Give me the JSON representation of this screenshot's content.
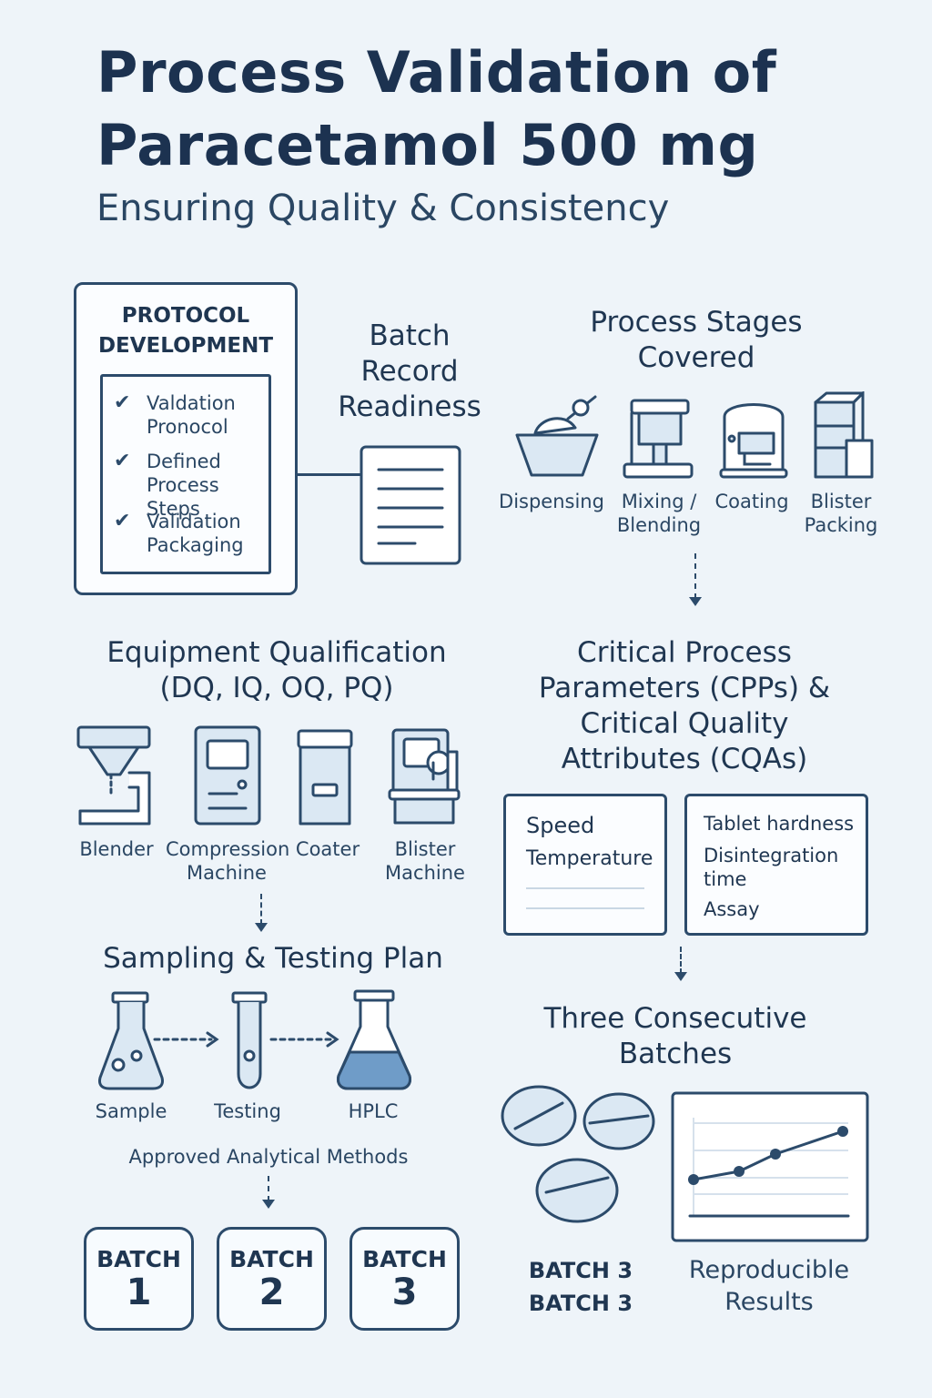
{
  "title_line1": "Process Validation of",
  "title_line2": "Paracetamol 500 mg",
  "subtitle": "Ensuring Quality & Consistency",
  "protocol": {
    "heading_line1": "PROTOCOL",
    "heading_line2": "DEVELOPMENT",
    "items": [
      {
        "line1": "Valdation",
        "line2": "Pronocol"
      },
      {
        "line1": "Defined",
        "line2": "Process Steps"
      },
      {
        "line1": "Validation",
        "line2": "Packaging"
      }
    ]
  },
  "batch_record": {
    "line1": "Batch",
    "line2": "Record",
    "line3": "Readiness"
  },
  "process_stages": {
    "heading_line1": "Process Stages",
    "heading_line2": "Covered",
    "stages": [
      {
        "line1": "Dispensing",
        "line2": "",
        "icon": "bowl-icon"
      },
      {
        "line1": "Mixing /",
        "line2": "Blending",
        "icon": "mixer-icon"
      },
      {
        "line1": "Coating",
        "line2": "",
        "icon": "coater-icon"
      },
      {
        "line1": "Blister",
        "line2": "Packing",
        "icon": "boxes-icon"
      }
    ]
  },
  "equipment": {
    "heading_line1": "Equipment Qualification",
    "heading_line2": "(DQ, IQ, OQ, PQ)",
    "items": [
      {
        "line1": "Blender",
        "line2": "",
        "icon": "blender-icon"
      },
      {
        "line1": "Compression",
        "line2": "Machine",
        "icon": "compression-machine-icon"
      },
      {
        "line1": "Coater",
        "line2": "",
        "icon": "coater-drum-icon"
      },
      {
        "line1": "Blister",
        "line2": "Machine",
        "icon": "blister-machine-icon"
      }
    ]
  },
  "cpp_cqa": {
    "heading_line1": "Critical Process",
    "heading_line2": "Parameters (CPPs) &",
    "heading_line3": "Critical Quality",
    "heading_line4": "Attributes (CQAs)",
    "cpps": [
      "Speed",
      "Temperature"
    ],
    "cqas": {
      "item1": "Tablet hardness",
      "item2_line1": "Disintegration",
      "item2_line2": "time",
      "item3": "Assay"
    }
  },
  "sampling": {
    "heading": "Sampling & Testing Plan",
    "steps": [
      {
        "label": "Sample",
        "icon": "flask-icon"
      },
      {
        "label": "Testing",
        "icon": "test-tube-icon"
      },
      {
        "label": "HPLC",
        "icon": "filled-flask-icon"
      }
    ],
    "note": "Approved Analytical Methods"
  },
  "batches": [
    {
      "label": "BATCH",
      "num": "1"
    },
    {
      "label": "BATCH",
      "num": "2"
    },
    {
      "label": "BATCH",
      "num": "3"
    }
  ],
  "consecutive": {
    "heading_line1": "Three Consecutive",
    "heading_line2": "Batches",
    "batch_label1": "BATCH 3",
    "batch_label2": "BATCH 3",
    "result_line1": "Reproducible",
    "result_line2": "Results"
  },
  "colors": {
    "ink": "#2c4b6b",
    "fill": "#dbe8f3",
    "background": "#eef4f9"
  }
}
